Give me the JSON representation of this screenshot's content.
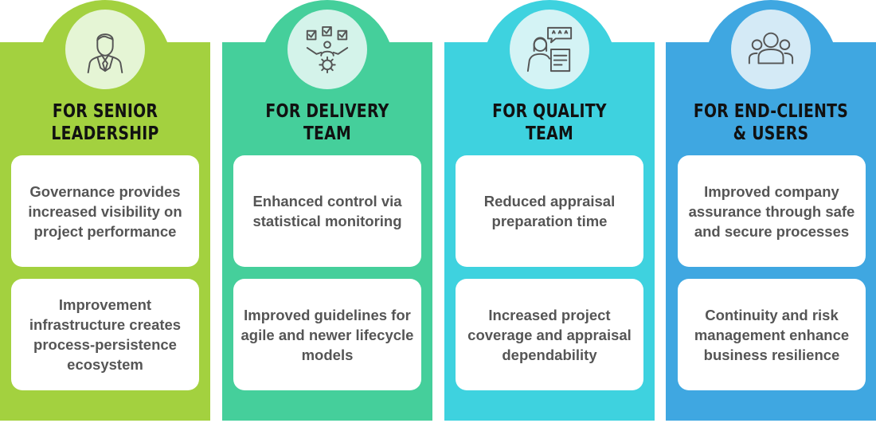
{
  "colors": {
    "green": "#a3d13f",
    "teal": "#45cf9b",
    "cyan": "#3ed2df",
    "blue": "#3fa7e1",
    "icon_green": "#e5f5d5",
    "icon_teal": "#d4f3ea",
    "icon_cyan": "#d4f3f5",
    "icon_blue": "#d4eaf6"
  },
  "columns": [
    {
      "icon": "businessman-icon",
      "title_line1": "FOR SENIOR",
      "title_line2": "LEADERSHIP",
      "card1": "Governance provides increased visibility on project performance",
      "card2": "Improvement infrastructure creates process-persistence ecosystem"
    },
    {
      "icon": "checklist-team-gear-icon",
      "title_line1": "FOR DELIVERY",
      "title_line2": "TEAM",
      "card1": "Enhanced control via statistical monitoring",
      "card2": "Improved guidelines for agile and newer lifecycle models"
    },
    {
      "icon": "quality-rating-document-icon",
      "title_line1": "FOR QUALITY",
      "title_line2": "TEAM",
      "card1": "Reduced appraisal preparation time",
      "card2": "Increased project coverage and appraisal dependability"
    },
    {
      "icon": "user-group-icon",
      "title_line1": "FOR END-CLIENTS",
      "title_line2": "& USERS",
      "card1": "Improved company assurance through safe and secure processes",
      "card2": "Continuity and risk management enhance business resilience"
    }
  ]
}
